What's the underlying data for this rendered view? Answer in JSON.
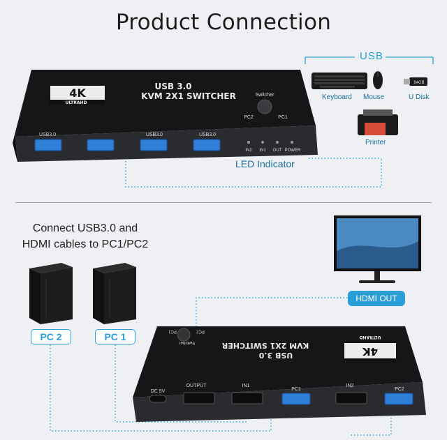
{
  "title": "Product Connection",
  "usb_label": "USB",
  "peripherals": {
    "keyboard": "Keyboard",
    "mouse": "Mouse",
    "udisk": "U Disk",
    "udisk_size": "64GB",
    "printer": "Printer"
  },
  "led_label": "LED Indicator",
  "connect_text_line1": "Connect USB3.0 and",
  "connect_text_line2": "HDMI cables to PC1/PC2",
  "pc1_label": "PC 1",
  "pc2_label": "PC 2",
  "hdmi_out_label": "HDMI OUT",
  "top_device": {
    "badge_4k": "4K",
    "badge_ultrahd": "ULTRAHD",
    "line1": "USB 3.0",
    "line2": "KVM 2X1 SWITCHER",
    "switcher": "Switcher",
    "pc2": "PC2",
    "pc1": "PC1",
    "port_label": "USB3.0",
    "indicators": [
      "IN2",
      "IN1",
      "OUT",
      "POWER"
    ]
  },
  "bottom_device": {
    "badge_4k": "4K",
    "badge_ultrahd": "ULTRAHD",
    "line1": "USB 3.0",
    "line2": "KVM 2X1 SWITCHER",
    "pc1": "PC1",
    "pc2": "PC2",
    "switcher": "Switcher",
    "dc": "DC 5V",
    "output": "OUTPUT",
    "in1": "IN1",
    "in2": "IN2",
    "pc1_port": "PC1",
    "pc2_port": "PC2"
  },
  "colors": {
    "accent": "#2a9fd6",
    "device_dark": "#1b1c1e",
    "port_blue": "#2f7fd8"
  }
}
